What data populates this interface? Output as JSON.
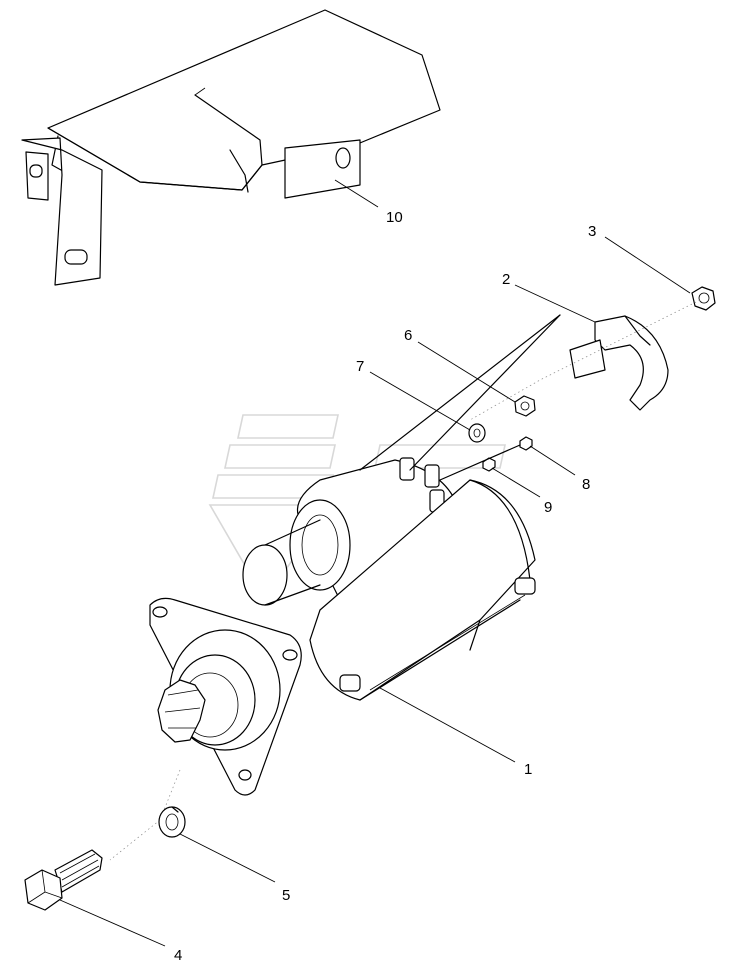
{
  "callouts": [
    {
      "id": "c1",
      "label": "1"
    },
    {
      "id": "c2",
      "label": "2"
    },
    {
      "id": "c3",
      "label": "3"
    },
    {
      "id": "c4",
      "label": "4"
    },
    {
      "id": "c5",
      "label": "5"
    },
    {
      "id": "c6",
      "label": "6"
    },
    {
      "id": "c7",
      "label": "7"
    },
    {
      "id": "c8",
      "label": "8"
    },
    {
      "id": "c9",
      "label": "9"
    },
    {
      "id": "c10",
      "label": "10"
    }
  ],
  "parts": [
    {
      "callout": "1",
      "icon": "starter-motor-icon"
    },
    {
      "callout": "2",
      "icon": "terminal-cover-icon"
    },
    {
      "callout": "3",
      "icon": "hex-nut-icon"
    },
    {
      "callout": "4",
      "icon": "flange-bolt-icon"
    },
    {
      "callout": "5",
      "icon": "lock-washer-icon"
    },
    {
      "callout": "6",
      "icon": "nut-icon"
    },
    {
      "callout": "7",
      "icon": "washer-icon"
    },
    {
      "callout": "8",
      "icon": "small-nut-icon"
    },
    {
      "callout": "9",
      "icon": "small-nut-icon"
    },
    {
      "callout": "10",
      "icon": "heat-shield-icon"
    }
  ],
  "colors": {
    "line": "#000000",
    "background": "#ffffff",
    "watermark": "#d8d8d8"
  }
}
